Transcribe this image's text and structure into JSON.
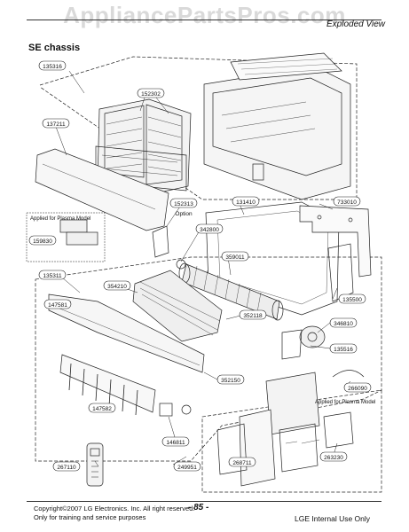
{
  "watermark": "AppliancePartsPros.com",
  "header": {
    "view_title": "Exploded View",
    "chassis": "SE chassis"
  },
  "labels": {
    "p135316": "135316",
    "p152302": "152302",
    "p137211": "137211",
    "p152313": "152313",
    "option": "Option",
    "plasma1": "Applied for Plasma Model",
    "p159830": "159830",
    "p131410": "131410",
    "p733010": "733010",
    "p342800": "342800",
    "p359011": "359011",
    "p135311": "135311",
    "p354210": "354210",
    "p135500": "135500",
    "p147581": "147581",
    "p352118": "352118",
    "p346810": "346810",
    "p135516": "135516",
    "p352150": "352150",
    "p266090": "266090",
    "plasma2": "Applied for Plasma Model",
    "p147582": "147582",
    "p146811": "146811",
    "p268711": "268711",
    "p267110": "267110",
    "p249951": "249951",
    "p263230": "263230"
  },
  "footer": {
    "copyright_line1": "Copyright©2007 LG Electronics. Inc. All right reserved.",
    "copyright_line2": "Only for training and service purposes",
    "page": "- 85 -",
    "internal": "LGE Internal Use Only"
  }
}
